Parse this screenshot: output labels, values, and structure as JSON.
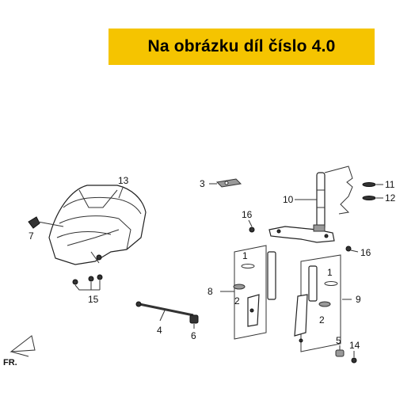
{
  "banner": {
    "text": "Na obrázku díl číslo 4.0",
    "color": "#f5c400"
  },
  "direction_label": "FR.",
  "callouts": {
    "c1a": "1",
    "c1b": "1",
    "c2a": "2",
    "c2b": "2",
    "c3": "3",
    "c4": "4",
    "c5": "5",
    "c6": "6",
    "c7": "7",
    "c8": "8",
    "c9": "9",
    "c10": "10",
    "c11": "11",
    "c12": "12",
    "c13": "13",
    "c14": "14",
    "c15": "15",
    "c16a": "16",
    "c16b": "16"
  }
}
